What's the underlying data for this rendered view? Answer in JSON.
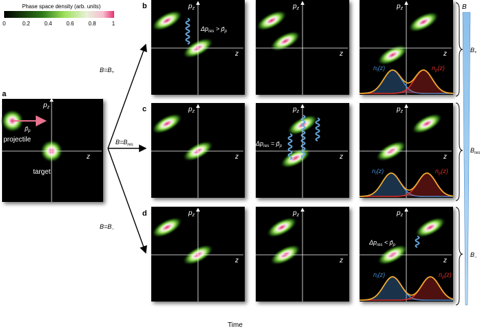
{
  "colorbar": {
    "title": "Phase space density (arb. units)",
    "ticks": [
      "0",
      "0.2",
      "0.4",
      "0.6",
      "0.8",
      "1"
    ]
  },
  "panel_a": {
    "letter": "a",
    "pz": "p",
    "pz_sub": "z",
    "z": "z",
    "pbar": "p̄",
    "pbar_sub": "p",
    "projectile": "projectile",
    "target": "target"
  },
  "row_b": {
    "letter": "b",
    "branch": "B=B",
    "branch_sub": "+"
  },
  "row_c": {
    "letter": "c",
    "branch": "B=B",
    "branch_sub": "res"
  },
  "row_d": {
    "letter": "d",
    "branch": "B=B",
    "branch_sub": "−"
  },
  "axis": {
    "pz": "p",
    "pz_sub": "z",
    "z": "z"
  },
  "annotations": {
    "b": {
      "delta": "Δp",
      "sub": "res",
      "rel": " > ",
      "pbar": "p̄",
      "pbar_sub": "p"
    },
    "c": {
      "delta": "Δp",
      "sub": "res",
      "rel": " = ",
      "pbar": "p̄",
      "pbar_sub": "p"
    },
    "d": {
      "delta": "Δp",
      "sub": "res",
      "rel": " < ",
      "pbar": "p̄",
      "pbar_sub": "p"
    }
  },
  "densities": {
    "n_t": "n",
    "t": "t",
    "n_p": "n",
    "p": "p",
    "z": "(z)"
  },
  "b_scale": {
    "title": "B",
    "plus": "B",
    "plus_sub": "+",
    "res": "B",
    "res_sub": "res",
    "minus": "B",
    "minus_sub": "−"
  },
  "time_label": "Time",
  "colors": {
    "projectile_arrow": "#e8738f",
    "bar_fill": "#9fc9ec",
    "target_curve": "#4a8fd4",
    "projectile_curve": "#e0302a",
    "sum_curve": "#f0a830",
    "wave": "#69a7dd"
  }
}
